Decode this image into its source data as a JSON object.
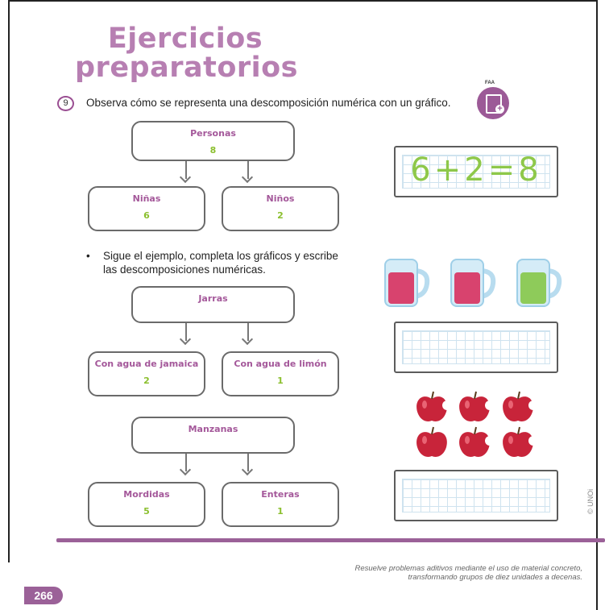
{
  "title": {
    "line1": "Ejercicios",
    "line2": "preparatorios"
  },
  "question": {
    "number": "9",
    "text": "Observa cómo se representa una descomposición numérica con un gráfico."
  },
  "faa": {
    "label": "FAA",
    "icon": "notebook-plus-icon"
  },
  "example": {
    "top": {
      "label": "Personas",
      "value": "8"
    },
    "left": {
      "label": "Niñas",
      "value": "6"
    },
    "right": {
      "label": "Niños",
      "value": "2"
    },
    "equation": "6+2=8"
  },
  "instruction": {
    "bullet": "•",
    "line1": "Sigue el ejemplo, completa los gráficos y escribe",
    "line2": "las descomposiciones numéricas."
  },
  "jarras": {
    "top": {
      "label": "Jarras",
      "value": ""
    },
    "left": {
      "label": "Con agua de jamaica",
      "value": "2"
    },
    "right": {
      "label": "Con agua de limón",
      "value": "1"
    },
    "jar_colors": [
      "#d8436e",
      "#d8436e",
      "#8ecb5a"
    ]
  },
  "manzanas": {
    "top": {
      "label": "Manzanas",
      "value": ""
    },
    "left": {
      "label": "Mordidas",
      "value": "5"
    },
    "right": {
      "label": "Enteras",
      "value": "1"
    },
    "apple_color": "#c8243a"
  },
  "footer": {
    "line1": "Resuelve problemas aditivos mediante el uso de material concreto,",
    "line2": "transformando grupos de diez unidades a decenas."
  },
  "copyright": "© UNOi",
  "page_number": "266",
  "colors": {
    "accent": "#9b6198",
    "title": "#b77fb2",
    "value_green": "#8bbf2e"
  }
}
